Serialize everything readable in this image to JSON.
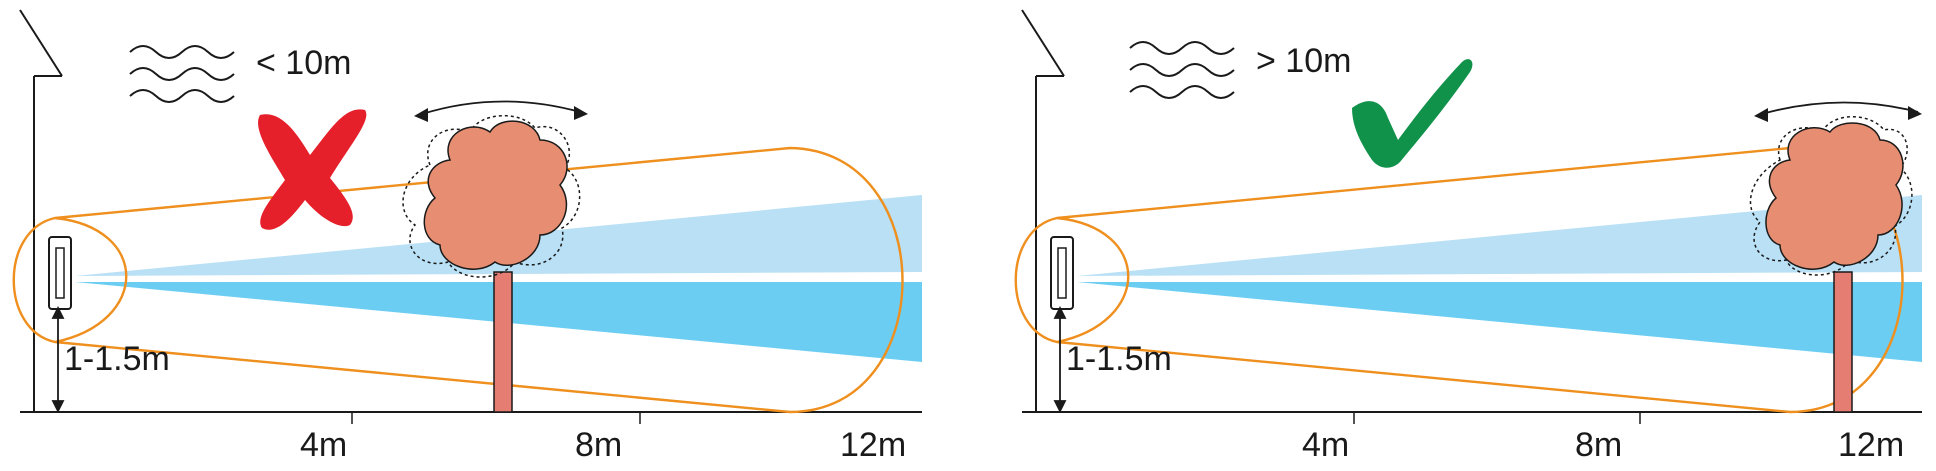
{
  "colors": {
    "beam_outline": "#ee8f1e",
    "beam_light": "#b9e0f5",
    "beam_dark": "#6ccdf3",
    "tree_foliage": "#e78e72",
    "tree_trunk": "#e67d72",
    "cross": "#e5202b",
    "check": "#10924a",
    "line": "#1a1a1a"
  },
  "icons": {
    "distance_indicator": "wave-lines-icon",
    "wrong": "cross-mark-icon",
    "right": "check-mark-icon",
    "movement": "double-arrow-icon"
  },
  "panels": [
    {
      "id": "wrong",
      "distance_label": "< 10m",
      "mount_height": "1-1.5m",
      "ticks": [
        "4m",
        "8m",
        "12m"
      ],
      "verdict": "incorrect"
    },
    {
      "id": "right",
      "distance_label": "> 10m",
      "mount_height": "1-1.5m",
      "ticks": [
        "4m",
        "8m",
        "12m"
      ],
      "verdict": "correct"
    }
  ]
}
